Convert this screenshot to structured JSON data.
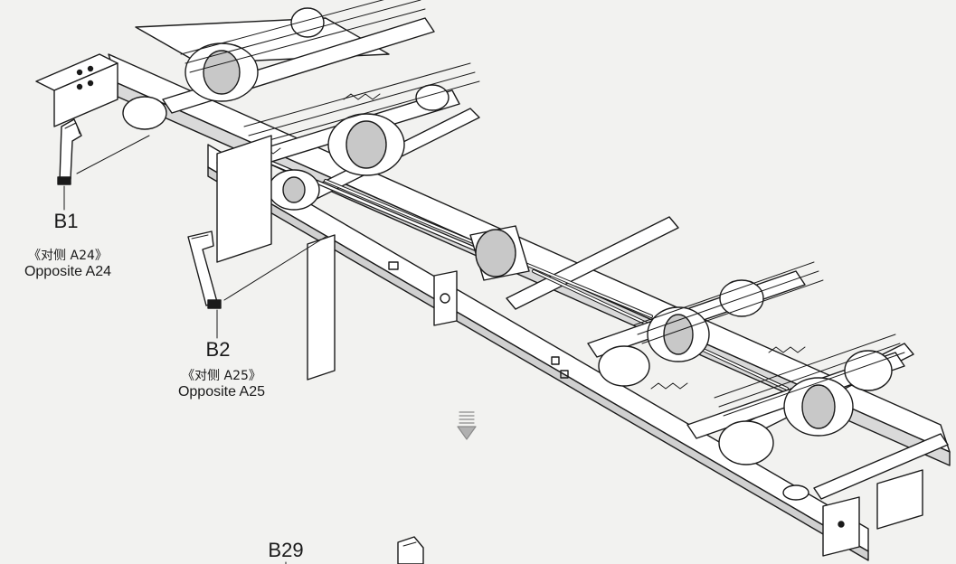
{
  "callouts": {
    "b1": {
      "part": "B1",
      "cn": "《对侧 A24》",
      "en": "Opposite A24"
    },
    "b2": {
      "part": "B2",
      "cn": "《对侧 A25》",
      "en": "Opposite A25"
    },
    "b29": {
      "part": "B29"
    }
  },
  "colors": {
    "ink": "#1a1a1a",
    "paper": "#f2f2f0",
    "part_fill": "#ffffff",
    "shade": "#c8c8c8"
  }
}
